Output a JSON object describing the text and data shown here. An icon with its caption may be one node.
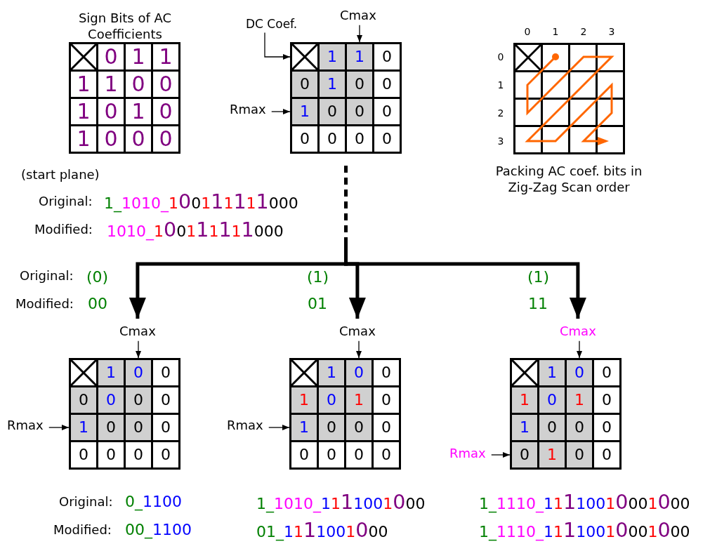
{
  "diagram": {
    "nodes": [
      {
        "text": [
          "0",
          "1",
          "1",
          "1",
          "1",
          "0",
          "0",
          "1",
          "0",
          "1",
          "0",
          "1",
          "0",
          "0",
          "0"
        ],
        "beside": [
          "Sign Bits of AC Coefficients"
        ]
      },
      {
        "text": [
          "DC Coef."
        ]
      },
      {
        "text": [
          "Cmax"
        ]
      },
      {
        "text": [
          "Rmax"
        ]
      },
      {
        "text": [
          "1",
          "1",
          "0",
          "0",
          "1",
          "0",
          "0",
          "1",
          "0",
          "0",
          "0",
          "0",
          "0",
          "0",
          "0"
        ]
      },
      {
        "text": [],
        "shape": "grid",
        "beside": [
          "0",
          "1",
          "2",
          "3",
          "0",
          "1",
          "2",
          "3",
          "Packing AC coef. bits in Zig-Zag Scan order"
        ]
      },
      {
        "text": [
          "Cmax"
        ]
      },
      {
        "text": [
          "Rmax"
        ]
      },
      {
        "text": [
          "1",
          "0",
          "0",
          "0",
          "0",
          "0",
          "0",
          "1",
          "0",
          "0",
          "0",
          "0",
          "0",
          "0",
          "0"
        ]
      },
      {
        "text": [
          "Cmax"
        ]
      },
      {
        "text": [
          "Rmax"
        ]
      },
      {
        "text": [
          "1",
          "0",
          "0",
          "1",
          "0",
          "1",
          "0",
          "1",
          "0",
          "0",
          "0",
          "0",
          "0",
          "0",
          "0"
        ]
      },
      {
        "text": [
          "Cmax"
        ]
      },
      {
        "text": [
          "Rmax"
        ]
      },
      {
        "text": [
          "1",
          "0",
          "0",
          "1",
          "0",
          "1",
          "0",
          "1",
          "0",
          "0",
          "0",
          "0",
          "1",
          "0",
          "0"
        ]
      }
    ],
    "edges": [
      {
        "from": 1,
        "to": 4,
        "arrow": "to"
      },
      {
        "from": 2,
        "to": 4,
        "arrow": "to"
      },
      {
        "from": 3,
        "to": 4,
        "arrow": "to"
      },
      {
        "from": 4,
        "to": 6,
        "arrow": "to",
        "style": "thick"
      },
      {
        "from": 4,
        "to": 9,
        "arrow": "to",
        "style": "thick"
      },
      {
        "from": 4,
        "to": 12,
        "arrow": "to",
        "style": "thick"
      },
      {
        "from": 6,
        "to": 8,
        "arrow": "to"
      },
      {
        "from": 7,
        "to": 8,
        "arrow": "to"
      },
      {
        "from": 9,
        "to": 11,
        "arrow": "to"
      },
      {
        "from": 10,
        "to": 11,
        "arrow": "to"
      },
      {
        "from": 12,
        "to": 14,
        "arrow": "to"
      },
      {
        "from": 13,
        "to": 14,
        "arrow": "to"
      }
    ],
    "labels": [
      "(start plane)",
      "Original:",
      "1_1010_100111111000",
      "Modified:",
      "1010_100111111000",
      "Original:",
      "(0)",
      "(1)",
      "(1)",
      "Modified:",
      "00",
      "01",
      "11",
      "Original:",
      "0_1100",
      "1_1010_1111001000",
      "1_1110_11110010001000",
      "Modified:",
      "00_1100",
      "01_1111001000",
      "1_1110_11110010001000"
    ]
  }
}
